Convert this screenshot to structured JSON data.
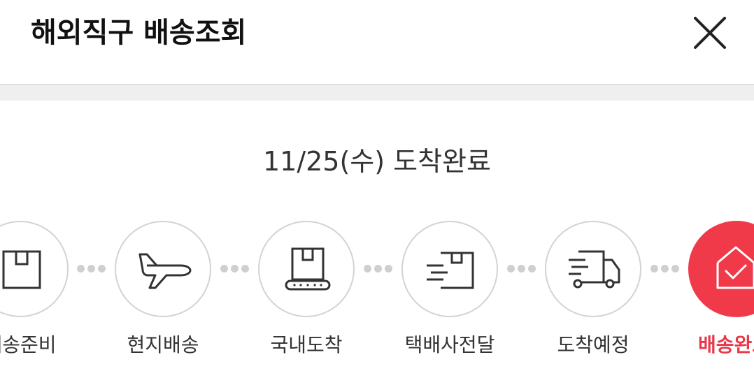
{
  "header": {
    "title": "해외직구 배송조회"
  },
  "status": {
    "text": "11/25(수) 도착완료"
  },
  "steps": [
    {
      "label": "배송준비",
      "icon": "box-icon",
      "active": false
    },
    {
      "label": "현지배송",
      "icon": "airplane-icon",
      "active": false
    },
    {
      "label": "국내도착",
      "icon": "conveyor-box-icon",
      "active": false
    },
    {
      "label": "택배사전달",
      "icon": "moving-box-icon",
      "active": false
    },
    {
      "label": "도착예정",
      "icon": "truck-icon",
      "active": false
    },
    {
      "label": "배송완료",
      "icon": "house-check-icon",
      "active": true
    }
  ],
  "colors": {
    "accent": "#f03a4a",
    "step_border": "#d3d3d3",
    "dot": "#cfcfcf"
  }
}
